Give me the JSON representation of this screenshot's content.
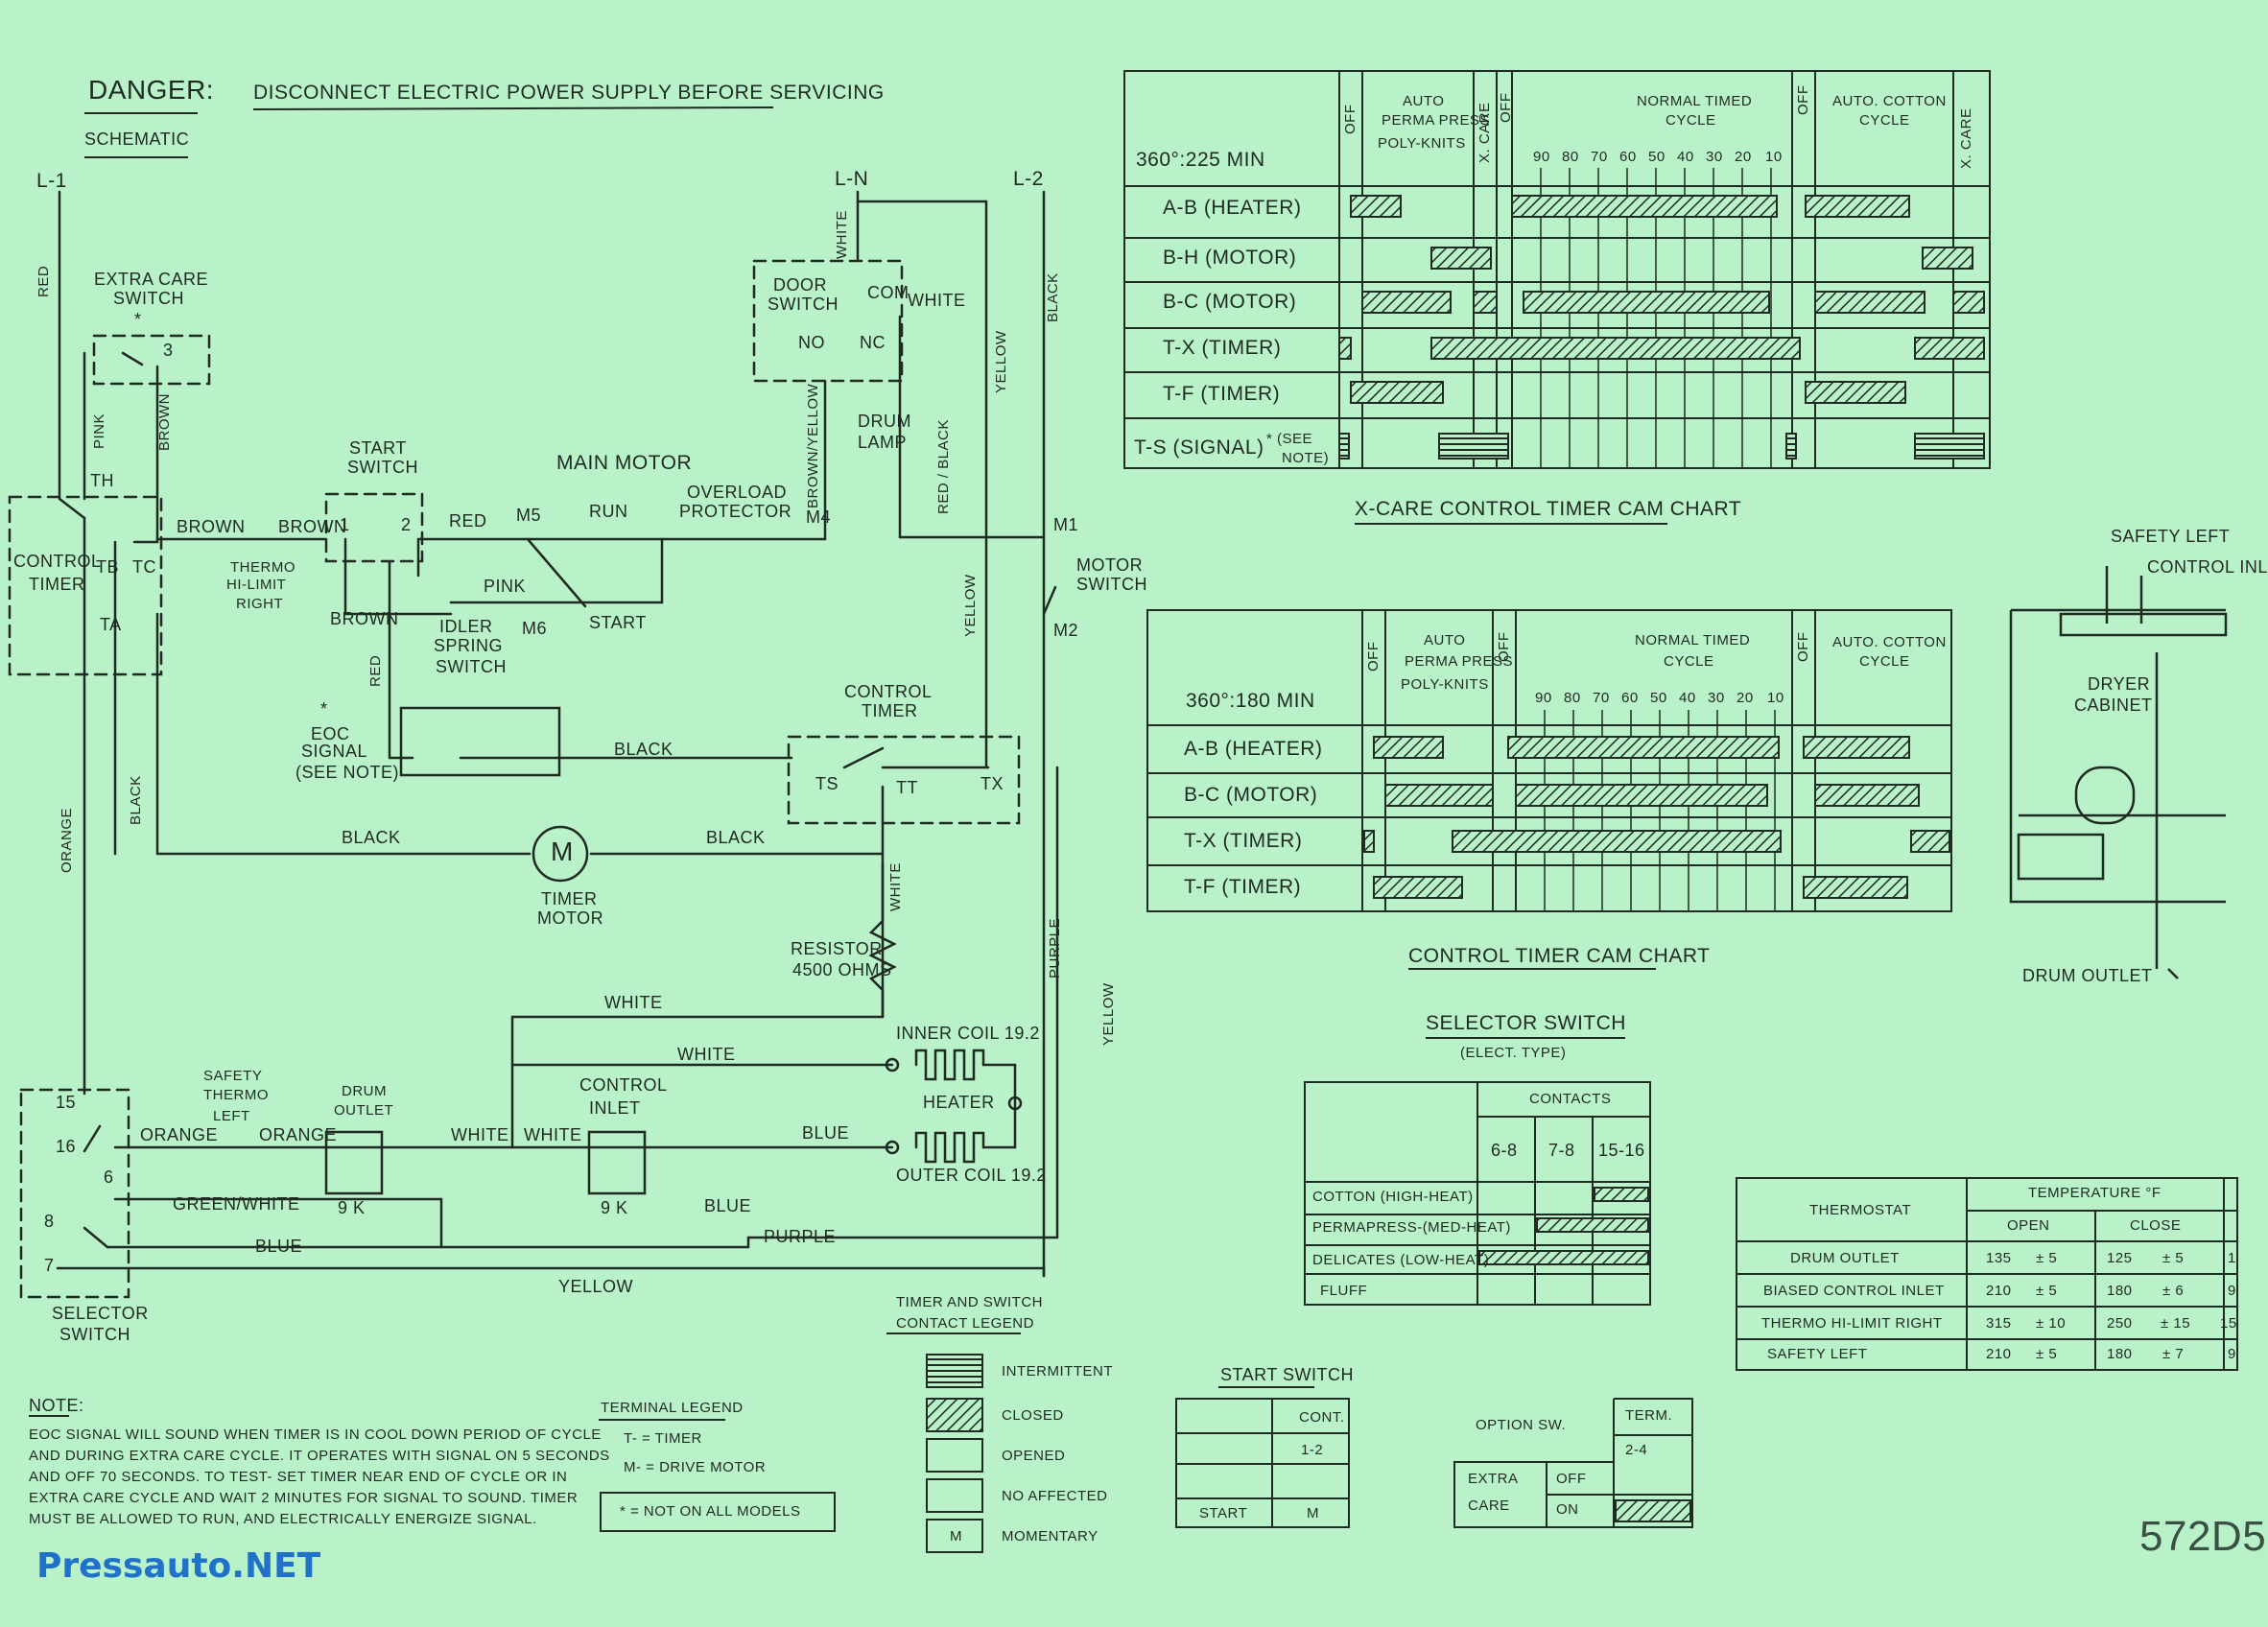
{
  "header": {
    "danger": "DANGER:",
    "warning": "DISCONNECT ELECTRIC POWER SUPPLY BEFORE SERVICING",
    "schematic": "SCHEMATIC"
  },
  "schematic_labels": {
    "l1": "L-1",
    "ln": "L-N",
    "l2": "L-2",
    "red_v": "RED",
    "pink_v": "PINK",
    "brown_v": "BROWN",
    "extra_care": "EXTRA CARE",
    "switch": "SWITCH",
    "star": "*",
    "three": "3",
    "th": "TH",
    "control": "CONTROL",
    "timer": "TIMER",
    "tb": "TB",
    "tc": "TC",
    "ta": "TA",
    "brown1": "BROWN",
    "brown2": "BROWN",
    "thermo": "THERMO",
    "hilimit": "HI-LIMIT",
    "right": "RIGHT",
    "start": "START",
    "switch2": "SWITCH",
    "one": "1",
    "two": "2",
    "main_motor": "MAIN MOTOR",
    "red_h": "RED",
    "m5": "M5",
    "run": "RUN",
    "overload": "OVERLOAD",
    "protector": "PROTECTOR",
    "m4": "M4",
    "pink_h": "PINK",
    "brown3": "BROWN",
    "m6": "M6",
    "start2": "START",
    "idler": "IDLER",
    "spring": "SPRING",
    "switch3": "SWITCH",
    "door": "DOOR",
    "switch4": "SWITCH",
    "com": "COM",
    "white_d": "WHITE",
    "no": "NO",
    "nc": "NC",
    "white_v": "WHITE",
    "brown_yellow": "BROWN/YELLOW",
    "drum": "DRUM",
    "lamp": "LAMP",
    "red_black": "RED / BLACK",
    "yellow_v": "YELLOW",
    "black_v": "BLACK",
    "m1": "M1",
    "motor": "MOTOR",
    "switch5": "SWITCH",
    "m2": "M2",
    "yellow_v2": "YELLOW",
    "red_v2": "RED",
    "eoc_star": "*",
    "eoc": "EOC",
    "signal": "SIGNAL",
    "see_note": "(SEE NOTE)",
    "black_h": "BLACK",
    "control2": "CONTROL",
    "timer2": "TIMER",
    "ts": "TS",
    "tt": "TT",
    "tx": "TX",
    "black_v2": "BLACK",
    "black_h2": "BLACK",
    "black_h3": "BLACK",
    "m": "M",
    "timer3": "TIMER",
    "motor2": "MOTOR",
    "white_v2": "WHITE",
    "resistor": "RESISTOR",
    "ohms": "4500 OHMS",
    "orange_v": "ORANGE",
    "purple_v": "PURPLE",
    "white_h": "WHITE",
    "inner_coil": "INNER COIL 19.2",
    "white_h2": "WHITE",
    "heater": "HEATER",
    "yellow_v3": "YELLOW",
    "blue_h": "BLUE",
    "outer_coil": "OUTER COIL 19.2",
    "safety": "SAFETY",
    "thermo2": "THERMO",
    "left": "LEFT",
    "drum2": "DRUM",
    "outlet": "OUTLET",
    "control3": "CONTROL",
    "inlet": "INLET",
    "n15": "15",
    "n16": "16",
    "n6": "6",
    "n8": "8",
    "n7": "7",
    "orange_h": "ORANGE",
    "orange_h2": "ORANGE",
    "white_h3": "WHITE",
    "white_h4": "WHITE",
    "green_white": "GREEN/WHITE",
    "nine_k": "9 K",
    "nine_k2": "9 K",
    "blue_h2": "BLUE",
    "blue_h3": "BLUE",
    "purple_h": "PURPLE",
    "yellow_h": "YELLOW",
    "selector": "SELECTOR",
    "switch6": "SWITCH"
  },
  "xcare_chart": {
    "title": "X-CARE CONTROL TIMER CAM CHART",
    "header_min": "360°:225 MIN",
    "col_auto_perma": [
      "AUTO",
      "PERMA PRESS",
      "POLY-KNITS"
    ],
    "col_off": "OFF",
    "col_xcare": "X. CARE",
    "col_normal": [
      "NORMAL TIMED",
      "CYCLE"
    ],
    "col_cotton": [
      "AUTO. COTTON",
      "CYCLE"
    ],
    "ticks": [
      "90",
      "80",
      "70",
      "60",
      "50",
      "40",
      "30",
      "20",
      "10"
    ],
    "rows": [
      "A-B (HEATER)",
      "B-H (MOTOR)",
      "B-C (MOTOR)",
      "T-X (TIMER)",
      "T-F (TIMER)",
      "T-S (SIGNAL)"
    ],
    "signal_note": [
      "* (SEE",
      "NOTE)"
    ]
  },
  "control_chart": {
    "title": "CONTROL TIMER CAM CHART",
    "header_min": "360°:180 MIN",
    "col_auto_perma": [
      "AUTO",
      "PERMA PRESS",
      "POLY-KNITS"
    ],
    "col_off": "OFF",
    "col_normal": [
      "NORMAL TIMED",
      "CYCLE"
    ],
    "col_cotton": [
      "AUTO. COTTON",
      "CYCLE"
    ],
    "ticks": [
      "90",
      "80",
      "70",
      "60",
      "50",
      "40",
      "30",
      "20",
      "10"
    ],
    "rows": [
      "A-B (HEATER)",
      "B-C (MOTOR)",
      "T-X (TIMER)",
      "T-F (TIMER)"
    ]
  },
  "cabinet": {
    "safety_left": "SAFETY LEFT",
    "control_inlet": "CONTROL INL",
    "dryer": "DRYER",
    "cabinet": "CABINET",
    "drum_outlet": "DRUM OUTLET"
  },
  "selector_table": {
    "title": "SELECTOR SWITCH",
    "subtitle": "(ELECT. TYPE)",
    "contacts": "CONTACTS",
    "cols": [
      "6-8",
      "7-8",
      "15-16"
    ],
    "rows": [
      "COTTON (HIGH-HEAT)",
      "PERMAPRESS-(MED-HEAT)",
      "DELICATES (LOW-HEAT)",
      "FLUFF"
    ]
  },
  "thermostat_table": {
    "head": "THERMOSTAT",
    "temp": "TEMPERATURE °F",
    "open": "OPEN",
    "close": "CLOSE",
    "rows": [
      {
        "name": "DRUM OUTLET",
        "open": "135",
        "open_tol": "± 5",
        "close": "125",
        "close_tol": "± 5",
        "extra": "1"
      },
      {
        "name": "BIASED CONTROL INLET",
        "open": "210",
        "open_tol": "± 5",
        "close": "180",
        "close_tol": "± 6",
        "extra": "9"
      },
      {
        "name": "THERMO HI-LIMIT RIGHT",
        "open": "315",
        "open_tol": "± 10",
        "close": "250",
        "close_tol": "± 15",
        "extra": "15"
      },
      {
        "name": "SAFETY LEFT",
        "open": "210",
        "open_tol": "± 5",
        "close": "180",
        "close_tol": "± 7",
        "extra": "9"
      }
    ]
  },
  "legend": {
    "title1": "TIMER AND SWITCH",
    "title2": "CONTACT LEGEND",
    "items": [
      "INTERMITTENT",
      "CLOSED",
      "OPENED",
      "NO AFFECTED",
      "MOMENTARY"
    ],
    "momentary_mark": "M"
  },
  "terminal_legend": {
    "title": "TERMINAL LEGEND",
    "t": "T- = TIMER",
    "m": "M- = DRIVE MOTOR",
    "note": "* = NOT ON ALL MODELS"
  },
  "start_switch": {
    "title": "START SWITCH",
    "cont": "CONT.",
    "one_two": "1-2",
    "start": "START",
    "m": "M"
  },
  "option_sw": {
    "label": "OPTION SW.",
    "term": "TERM.",
    "two_four": "2-4",
    "extra": "EXTRA",
    "care": "CARE",
    "off": "OFF",
    "on": "ON"
  },
  "note": {
    "title": "NOTE:",
    "lines": [
      "EOC SIGNAL WILL SOUND WHEN TIMER IS IN COOL DOWN PERIOD OF CYCLE",
      "AND DURING EXTRA CARE CYCLE. IT OPERATES WITH SIGNAL ON 5 SECONDS",
      "AND OFF 70 SECONDS. TO TEST- SET TIMER NEAR END OF CYCLE OR IN",
      "EXTRA CARE CYCLE AND WAIT 2 MINUTES FOR SIGNAL TO SOUND. TIMER",
      "MUST BE ALLOWED TO RUN, AND ELECTRICALLY ENERGIZE SIGNAL."
    ]
  },
  "footer": {
    "watermark": "Pressauto.NET",
    "part_number": "572D5"
  },
  "colors": {
    "paper": "#b9f2c9",
    "ink": "#1e2a22",
    "watermark": "#1f72c8"
  }
}
